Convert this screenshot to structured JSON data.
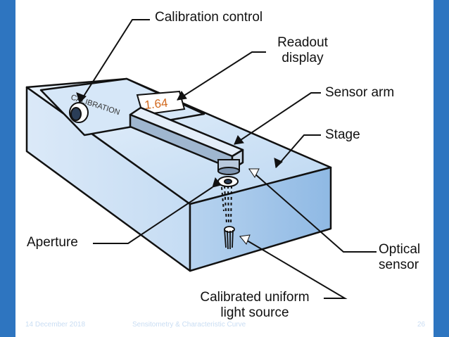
{
  "diagram": {
    "device_panel_text": "CALIBRATION",
    "readout_value": "1.64",
    "labels": {
      "calibration_control": "Calibration control",
      "readout_display_line1": "Readout",
      "readout_display_line2": "display",
      "sensor_arm": "Sensor arm",
      "stage": "Stage",
      "aperture": "Aperture",
      "optical_sensor_line1": "Optical",
      "optical_sensor_line2": "sensor",
      "light_source_line1": "Calibrated uniform",
      "light_source_line2": "light source"
    }
  },
  "footer": {
    "date": "14 December 2018",
    "title": "Sensitometry & Characteristic Curve",
    "page": "26"
  },
  "colors": {
    "background": "#2e75c0",
    "panel": "#ffffff",
    "device_fill": "#c8dff5",
    "device_dark": "#9cc2e8",
    "readout_text": "#d2691e"
  }
}
